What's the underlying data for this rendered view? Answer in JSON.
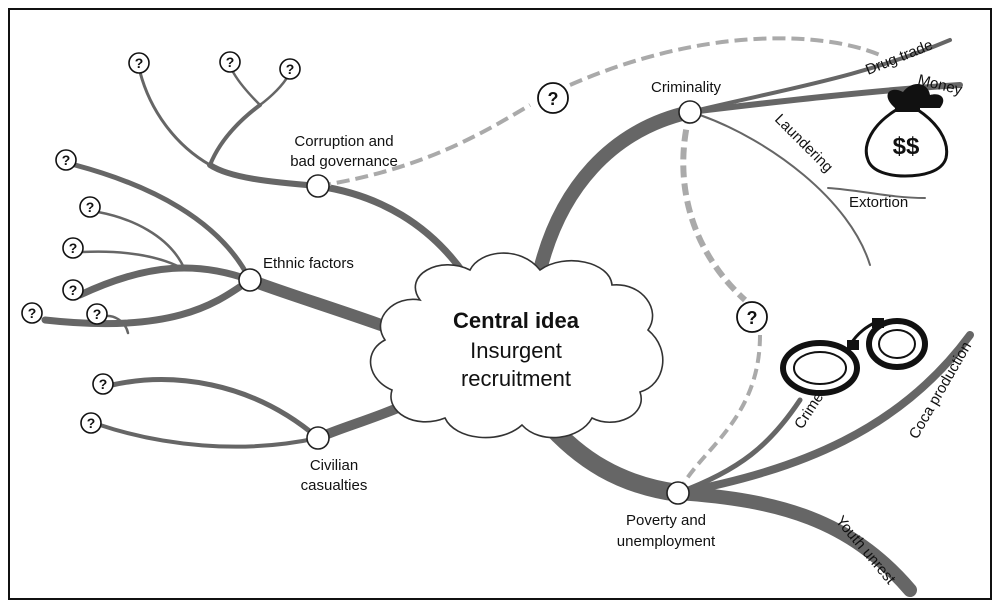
{
  "colors": {
    "branch": "#666666",
    "dashed": "#aaaaaa",
    "text": "#111111",
    "frame": "#111111",
    "node_fill": "#ffffff"
  },
  "center": {
    "title": "Central idea",
    "line1": "Insurgent",
    "line2": "recruitment"
  },
  "nodes": {
    "corruption": {
      "line1": "Corruption and",
      "line2": "bad governance"
    },
    "ethnic": {
      "label": "Ethnic factors"
    },
    "civilian": {
      "line1": "Civilian",
      "line2": "casualties"
    },
    "criminality": {
      "label": "Criminality"
    },
    "poverty": {
      "line1": "Poverty and",
      "line2": "unemployment"
    }
  },
  "sub_branches": {
    "drug_trade": "Drug trade",
    "money": "Money",
    "laundering": "Laundering",
    "extortion": "Extortion",
    "crime": "Crime",
    "coca_production": "Coca production",
    "youth_unrest": "Youth unrest"
  },
  "unknown_marker": "?",
  "money_bag_text": "$$",
  "icons": [
    "money-bag-icon",
    "handcuffs-icon",
    "question-mark-icon"
  ]
}
